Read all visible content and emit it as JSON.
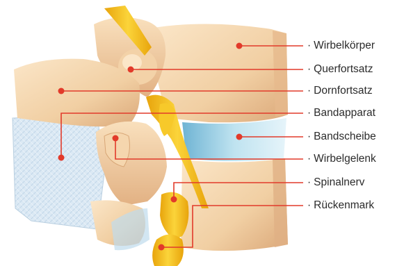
{
  "colors": {
    "bone_light": "#f6d9b4",
    "bone_mid": "#eec598",
    "bone_shade": "#d8a676",
    "disc": "#bfe2ef",
    "disc_dark": "#8cc6df",
    "ligament": "#d6e7f3",
    "nerve": "#f2be1a",
    "nerve_dark": "#d99b08",
    "leader": "#e23a2a"
  },
  "labels": [
    {
      "id": "wirbelkoerper",
      "text": "Wirbelkörper"
    },
    {
      "id": "querfortsatz",
      "text": "Querfortsatz"
    },
    {
      "id": "dornfortsatz",
      "text": "Dornfortsatz"
    },
    {
      "id": "bandapparat",
      "text": "Bandapparat"
    },
    {
      "id": "bandscheibe",
      "text": "Bandscheibe"
    },
    {
      "id": "wirbelgelenk",
      "text": "Wirbelgelenk"
    },
    {
      "id": "spinalnerv",
      "text": "Spinalnerv"
    },
    {
      "id": "rueckenmark",
      "text": "Rückenmark"
    }
  ]
}
